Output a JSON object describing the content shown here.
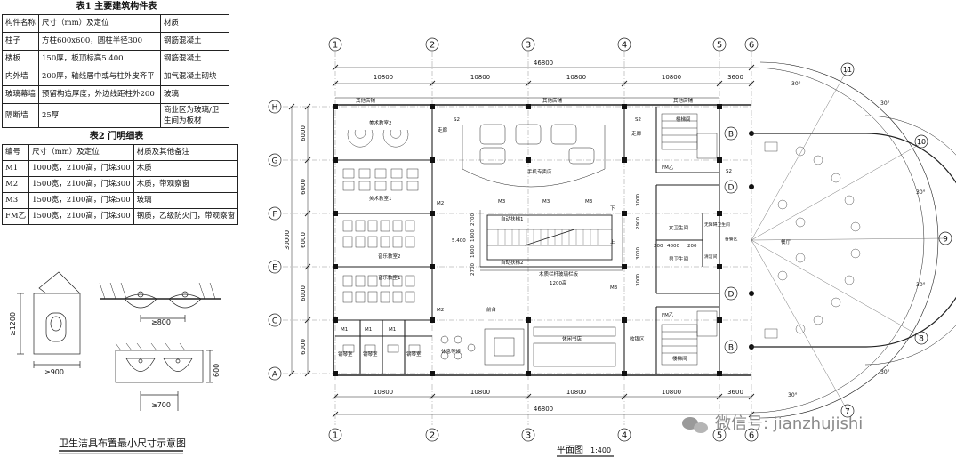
{
  "table1": {
    "title": "表1 主要建筑构件表",
    "headers": [
      "构件名称",
      "尺寸（mm）及定位",
      "材质"
    ],
    "rows": [
      [
        "柱子",
        "方柱600x600，圆柱半径300",
        "钢筋混凝土"
      ],
      [
        "楼板",
        "150厚，板顶标高5.400",
        "钢筋混凝土"
      ],
      [
        "内外墙",
        "200厚，轴线居中或与柱外皮齐平",
        "加气混凝土砌块"
      ],
      [
        "玻璃幕墙",
        "预留构造厚度，外边线距柱外200",
        "玻璃"
      ],
      [
        "隔断墙",
        "25厚",
        "商业区为玻璃/卫生间为板材"
      ]
    ]
  },
  "table2": {
    "title": "表2 门明细表",
    "headers": [
      "编号",
      "尺寸（mm）及定位",
      "材质及其他备注"
    ],
    "rows": [
      [
        "M1",
        "1000宽，2100高，门垛300",
        "木质"
      ],
      [
        "M2",
        "1500宽，2100高，门垛300",
        "木质，带观察窗"
      ],
      [
        "M3",
        "1500宽，2100高，门垛500",
        "玻璃"
      ],
      [
        "FM乙",
        "1500宽，2100高，门垛300",
        "钢质，乙级防火门，带观察窗"
      ]
    ]
  },
  "sanitary": {
    "caption": "卫生洁具布置最小尺寸示意图",
    "dims": [
      "≥1200",
      "≥900",
      "≥800",
      "≥700",
      "600"
    ]
  },
  "plan": {
    "caption": "平面图",
    "scale": "1:400",
    "col_axes": [
      "1",
      "2",
      "3",
      "4",
      "5",
      "6"
    ],
    "row_axes": [
      "H",
      "G",
      "F",
      "E",
      "C",
      "A"
    ],
    "bay_dims": [
      "10800",
      "10800",
      "10800",
      "10800",
      "3600"
    ],
    "total_width": "46800",
    "total_depth": "30000",
    "row_dims": [
      "6000",
      "6000",
      "6000",
      "6000",
      "6000"
    ],
    "arc_axes": [
      "11",
      "10",
      "9",
      "8",
      "7"
    ],
    "arc_b_axes": [
      "B",
      "D",
      "D",
      "B"
    ],
    "angles": [
      "30°",
      "30°",
      "30°",
      "30°",
      "30°",
      "30°"
    ],
    "elevation": "5.400",
    "rooms": {
      "shop_left": "其他店铺",
      "shop_mid": "其他店铺",
      "shop_right": "其他店铺",
      "art_2": "美术教室2",
      "art_1": "美术教室1",
      "music_2": "音乐教室2",
      "music_1": "音乐教室1",
      "corridor_l": "走廊",
      "corridor_r": "走廊",
      "phone_store": "手机专卖店",
      "esc_up": "自动扶梯1",
      "esc_down": "自动扶梯2",
      "railing": "木质栏杆玻璃栏板",
      "railing_h": "1200高",
      "piano_1": "钢琴室",
      "piano_2": "钢琴室",
      "piano_3": "钢琴室",
      "rest": "休息等候",
      "front_desk": "前台",
      "book_cafe": "休闲书店",
      "cashier": "收银区",
      "stair_1": "楼梯间",
      "stair_2": "楼梯间",
      "women_wc": "女卫生间",
      "men_wc": "男卫生间",
      "acc_wc": "无障碍卫生间",
      "clean": "清洁间",
      "prep": "备餐区",
      "dining": "餐厅",
      "fm": "FM乙",
      "down": "下",
      "up": "上",
      "dims_esc": [
        "2700",
        "1800",
        "1800",
        "2700"
      ],
      "dims_wc": [
        "3000",
        "2900",
        "3000",
        "3000",
        "4800",
        "200",
        "200"
      ],
      "doors": [
        "M1",
        "M2",
        "M3",
        "S2"
      ]
    },
    "watermark": "微信号: jianzhujishi"
  }
}
